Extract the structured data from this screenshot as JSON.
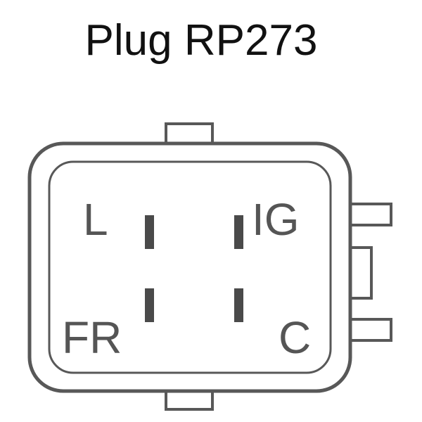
{
  "title": "Plug RP273",
  "pins": {
    "l": "L",
    "ig": "IG",
    "fr": "FR",
    "c": "C"
  },
  "colors": {
    "outline": "#585858",
    "pin": "#4a4a4a",
    "label": "#555555",
    "title": "#111111",
    "background": "#ffffff"
  }
}
